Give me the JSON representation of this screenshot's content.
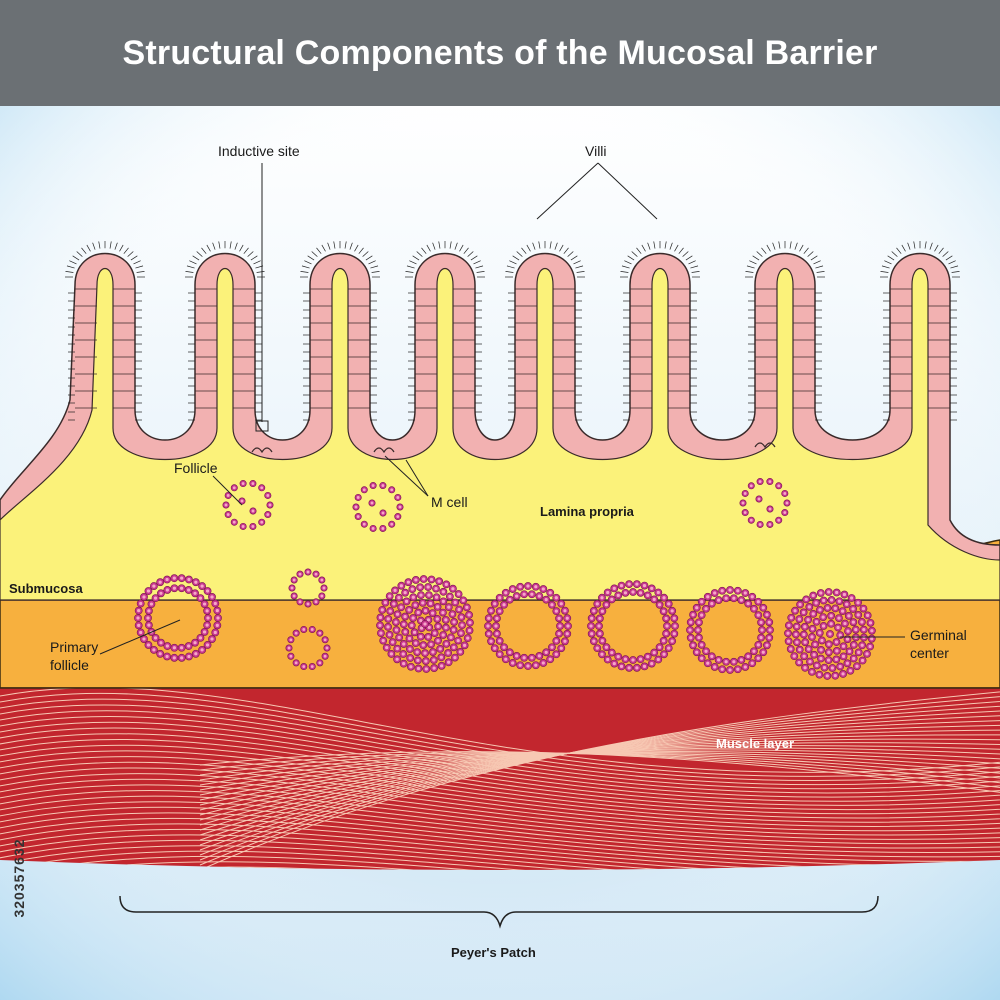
{
  "title": "Structural Components of the Mucosal Barrier",
  "labels": {
    "inductive_site": "Inductive site",
    "villi": "Villi",
    "follicle": "Follicle",
    "m_cell": "M cell",
    "lamina_propria": "Lamina propria",
    "submucosa": "Submucosa",
    "primary_follicle_line1": "Primary",
    "primary_follicle_line2": "follicle",
    "germinal_center_line1": "Germinal",
    "germinal_center_line2": "center",
    "muscle_layer": "Muscle layer",
    "peyers_patch": "Peyer's Patch"
  },
  "stock_id": "320357632",
  "colors": {
    "title_bar": "#6b7074",
    "background_top": "#ffffff",
    "background_bottom": "#cfe6f5",
    "epithelium": "#f2b1b1",
    "lamina_propria": "#fbf27a",
    "submucosa": "#f7b03e",
    "muscle": "#c2262e",
    "muscle_fibers": "#f7c8b3",
    "lymphocyte": "#c8378e",
    "lymphocyte_core": "#f6a7c8"
  }
}
